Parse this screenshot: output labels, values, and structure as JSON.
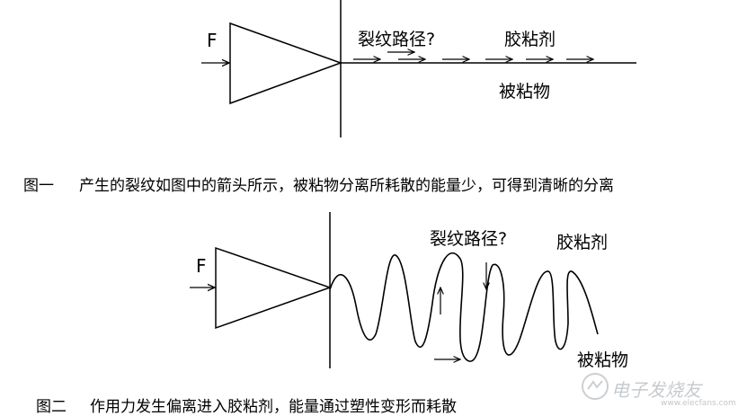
{
  "figure1": {
    "force_label": "F",
    "crack_label": "裂纹路径?",
    "adhesive_label": "胶粘剂",
    "adherend_label": "被粘物",
    "caption_number": "图一",
    "caption_text": "产生的裂纹如图中的箭头所示，被粘物分离所耗散的能量少，可得到清晰的分离"
  },
  "figure2": {
    "force_label": "F",
    "crack_label": "裂纹路径?",
    "adhesive_label": "胶粘剂",
    "adherend_label": "被粘物",
    "caption_number": "图二",
    "caption_text": "作用力发生偏离进入胶粘剂，能量通过塑性变形而耗散"
  },
  "watermark": {
    "text": "电子发烧友",
    "url": "www.elecfans.com"
  }
}
